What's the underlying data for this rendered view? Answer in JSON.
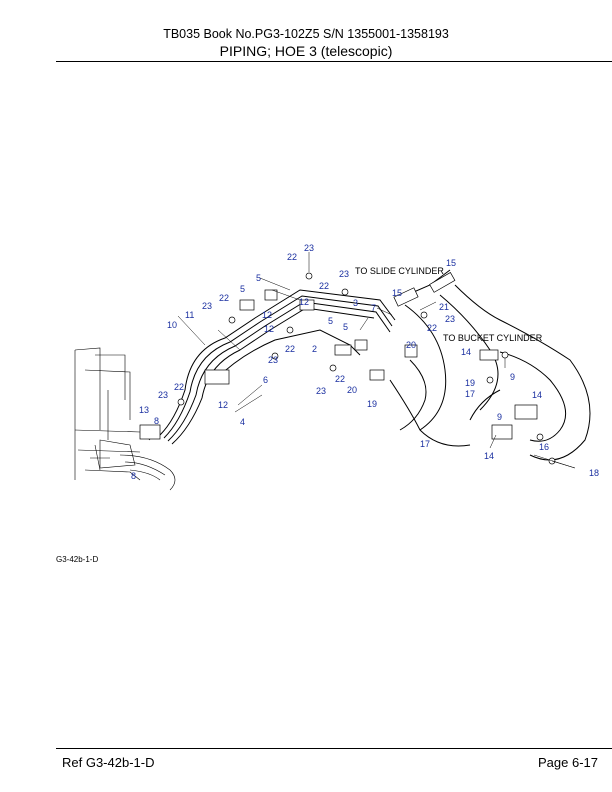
{
  "header": {
    "line1": "TB035  Book No.PG3-102Z5  S/N 1355001-1358193",
    "title": "PIPING; HOE 3 (telescopic)"
  },
  "diagram": {
    "figure_code": "G3-42b-1-D",
    "destinations": [
      "TO SLIDE CYLINDER",
      "TO BUCKET CYLINDER"
    ],
    "callouts": [
      "23",
      "22",
      "23",
      "15",
      "5",
      "22",
      "5",
      "22",
      "23",
      "11",
      "10",
      "12",
      "12",
      "5",
      "3",
      "7",
      "15",
      "21",
      "22",
      "23",
      "12",
      "23",
      "22",
      "5",
      "2",
      "20",
      "14",
      "9",
      "6",
      "23",
      "22",
      "13",
      "8",
      "12",
      "4",
      "22",
      "23",
      "20",
      "19",
      "19",
      "17",
      "14",
      "16",
      "17",
      "9",
      "14",
      "18",
      "8"
    ]
  },
  "footer": {
    "ref": "Ref   G3-42b-1-D",
    "page": "Page   6-17"
  }
}
